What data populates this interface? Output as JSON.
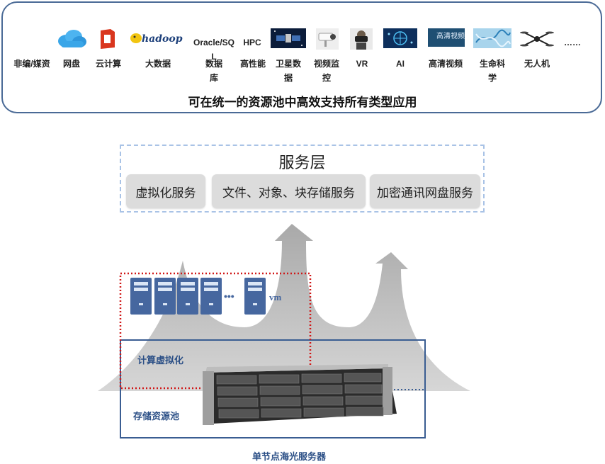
{
  "apps": [
    {
      "label": "非编/媒资",
      "icon": "none"
    },
    {
      "label": "网盘",
      "icon": "cloud-drive-icon"
    },
    {
      "label": "云计算",
      "icon": "office-cloud-icon"
    },
    {
      "label": "大数据",
      "icon": "hadoop-logo"
    },
    {
      "label": "数据库",
      "icon": "oracle-sql-text",
      "icon_text": "Oracle/SQL"
    },
    {
      "label": "高性能",
      "icon": "hpc-text",
      "icon_text": "HPC"
    },
    {
      "label": "卫星数据",
      "icon": "satellite-icon"
    },
    {
      "label": "视频监控",
      "icon": "cctv-camera-icon"
    },
    {
      "label": "VR",
      "icon": "vr-headset-icon"
    },
    {
      "label": "AI",
      "icon": "ai-brain-icon"
    },
    {
      "label": "高清视频",
      "icon": "hd-video-icon",
      "icon_text": "高清视频"
    },
    {
      "label": "生命科学",
      "icon": "dna-icon"
    },
    {
      "label": "无人机",
      "icon": "drone-icon"
    },
    {
      "label": "",
      "icon": "ellipsis",
      "icon_text": "……"
    }
  ],
  "summary": "可在统一的资源池中高效支持所有类型应用",
  "service_layer": {
    "title": "服务层",
    "services": [
      "虚拟化服务",
      "文件、对象、块存储服务",
      "加密通讯网盘服务"
    ]
  },
  "compute": {
    "vm_label": "vm",
    "ellipsis": "•••",
    "label": "计算虚拟化"
  },
  "storage": {
    "label": "存储资源池"
  },
  "server": {
    "caption": "单节点海光服务器"
  },
  "colors": {
    "panel_border": "#4a6a96",
    "label_blue": "#2b4f86",
    "dashed_red": "#d01818",
    "service_border": "#a9c3e6",
    "arrow_gray": "#b5b5b5"
  }
}
